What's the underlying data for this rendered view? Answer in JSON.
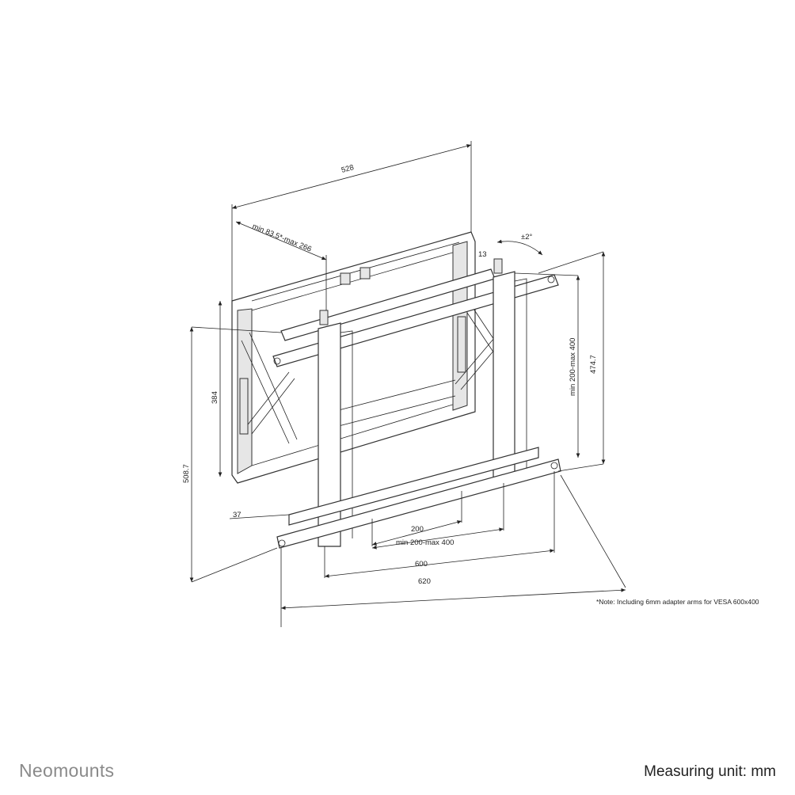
{
  "dimensions": {
    "width_528": "528",
    "depth_range": "min 83.5*-max 266",
    "tilt": "±2°",
    "offset_13": "13",
    "height_474_7": "474.7",
    "vesa_vertical": "min 200-max 400",
    "height_384": "384",
    "height_508_7": "508.7",
    "offset_37": "37",
    "width_200": "200",
    "vesa_horizontal": "min 200-max 400",
    "width_600": "600",
    "width_620": "620"
  },
  "note": "*Note: Including 6mm adapter arms for VESA 600x400",
  "footer": {
    "brand": "Neomounts",
    "measuring_unit": "Measuring unit: mm"
  }
}
